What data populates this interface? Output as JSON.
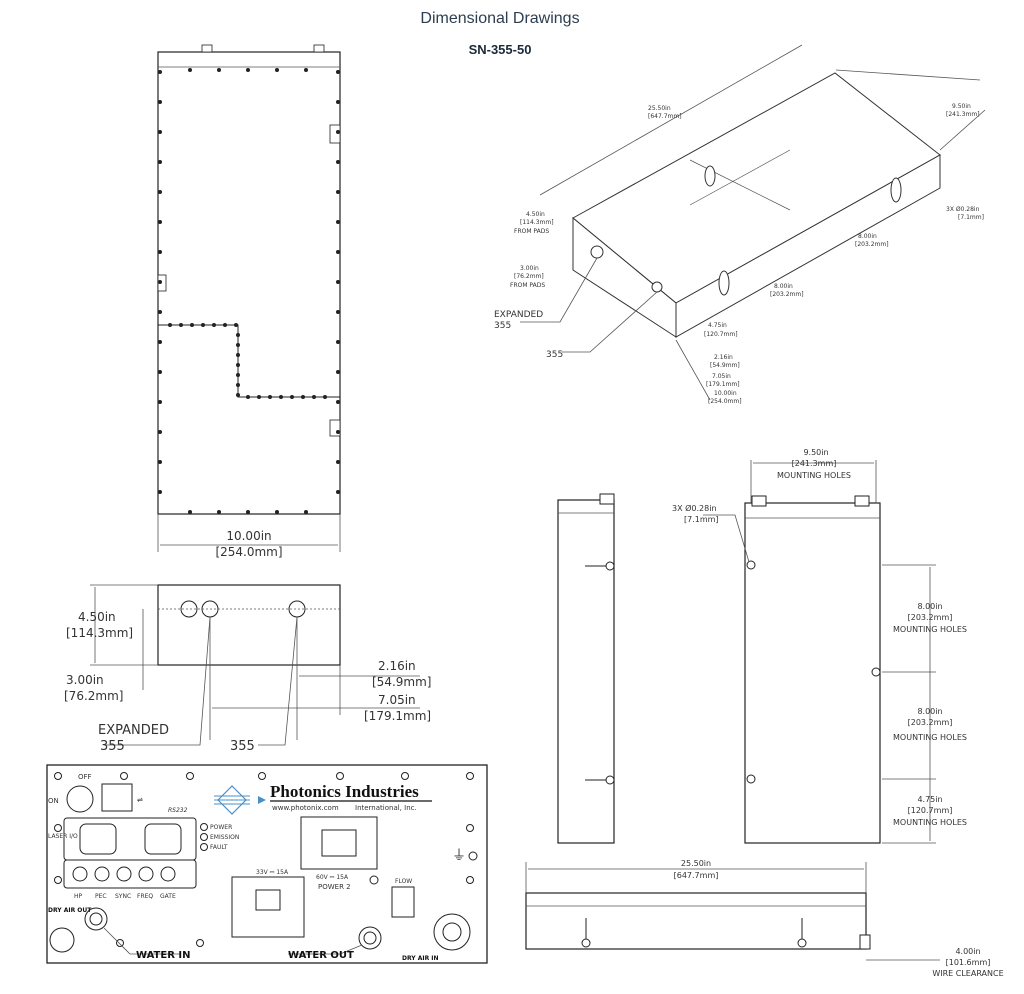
{
  "header": {
    "title": "Dimensional Drawings",
    "subtitle": "SN-355-50"
  },
  "top_view": {
    "width_in": "10.00in",
    "width_mm": "[254.0mm]"
  },
  "end_view": {
    "height_in": "4.50in",
    "height_mm": "[114.3mm]",
    "h2_in": "3.00in",
    "h2_mm": "[76.2mm]",
    "d1_in": "2.16in",
    "d1_mm": "[54.9mm]",
    "d2_in": "7.05in",
    "d2_mm": "[179.1mm]",
    "label_expanded_1": "EXPANDED",
    "label_expanded_2": "355",
    "label_355": "355"
  },
  "iso_view": {
    "len": "25.50in",
    "len_mm": "[647.7mm]",
    "wid": "9.50in",
    "wid_mm": "[241.3mm]",
    "h1": "4.50in",
    "h1_mm": "[114.3mm]",
    "h1_note": "FROM PADS",
    "h2": "3.00in",
    "h2_mm": "[76.2mm]",
    "h2_note": "FROM PADS",
    "holes": "3X  Ø0.28in",
    "holes_mm": "[7.1mm]",
    "s1": "8.00in",
    "s1_mm": "[203.2mm]",
    "s2": "8.00in",
    "s2_mm": "[203.2mm]",
    "s3": "4.75in",
    "s3_mm": "[120.7mm]",
    "b1": "2.16in",
    "b1_mm": "[54.9mm]",
    "b2": "7.05in",
    "b2_mm": "[179.1mm]",
    "b3": "10.00in",
    "b3_mm": "[254.0mm]",
    "label_expanded_1": "EXPANDED",
    "label_expanded_2": "355",
    "label_355": "355"
  },
  "side_top": {
    "w": "9.50in",
    "w_mm": "[241.3mm]",
    "w_note": "MOUNTING HOLES",
    "holes": "3X  Ø0.28in",
    "holes_mm": "[7.1mm]",
    "a": "8.00in",
    "a_mm": "[203.2mm]",
    "a_note": "MOUNTING HOLES",
    "b": "8.00in",
    "b_mm": "[203.2mm]",
    "b_note": "MOUNTING HOLES",
    "c": "4.75in",
    "c_mm": "[120.7mm]",
    "c_note": "MOUNTING HOLES"
  },
  "side_bottom": {
    "len": "25.50in",
    "len_mm": "[647.7mm]",
    "clear": "4.00in",
    "clear_mm": "[101.6mm]",
    "clear_note": "WIRE CLEARANCE"
  },
  "panel": {
    "brand": "Photonics Industries",
    "url": "www.photonix.com",
    "brand_sub": "International, Inc.",
    "on": "ON",
    "off": "OFF",
    "port_label": "RS232",
    "laser_io": "LASER I/O",
    "leds": [
      "POWER",
      "EMISSION",
      "FAULT"
    ],
    "bnc": [
      "HP",
      "PEC",
      "SYNC",
      "FREQ",
      "GATE"
    ],
    "pwr1": "33V ⎓ 15A",
    "pwr2": "60V ⎓ 15A",
    "power2": "POWER 2",
    "flow": "FLOW",
    "dry_air_out": "DRY AIR OUT",
    "dry_air_in": "DRY AIR IN",
    "water_in": "WATER IN",
    "water_out": "WATER OUT"
  }
}
